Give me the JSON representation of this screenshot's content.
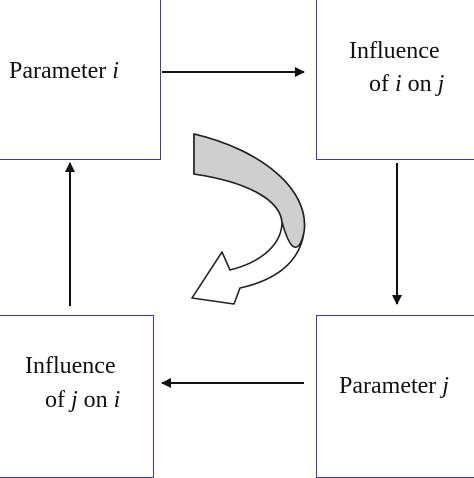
{
  "colors": {
    "box_border": "#3a3ab4",
    "arrow": "#111111",
    "curved_arrow_fill": "#cfcfcf",
    "curved_arrow_stroke": "#222222"
  },
  "nodes": {
    "parameter_i": {
      "prefix": "Parameter ",
      "var": "i"
    },
    "influence_i_on_j": {
      "line1": "Influence",
      "line2_pre": "of ",
      "line2_var1": "i",
      "line2_mid": " on ",
      "line2_var2": "j"
    },
    "parameter_j": {
      "prefix": "Parameter ",
      "var": "j"
    },
    "influence_j_on_i": {
      "line1": "Influence",
      "line2_pre": "of ",
      "line2_var1": "j",
      "line2_mid": " on ",
      "line2_var2": "i"
    }
  },
  "edges": [
    {
      "from": "parameter_i",
      "to": "influence_i_on_j"
    },
    {
      "from": "influence_i_on_j",
      "to": "parameter_j"
    },
    {
      "from": "parameter_j",
      "to": "influence_j_on_i"
    },
    {
      "from": "influence_j_on_i",
      "to": "parameter_i"
    }
  ],
  "center_icon": "clockwise-cycle-arrow-icon"
}
